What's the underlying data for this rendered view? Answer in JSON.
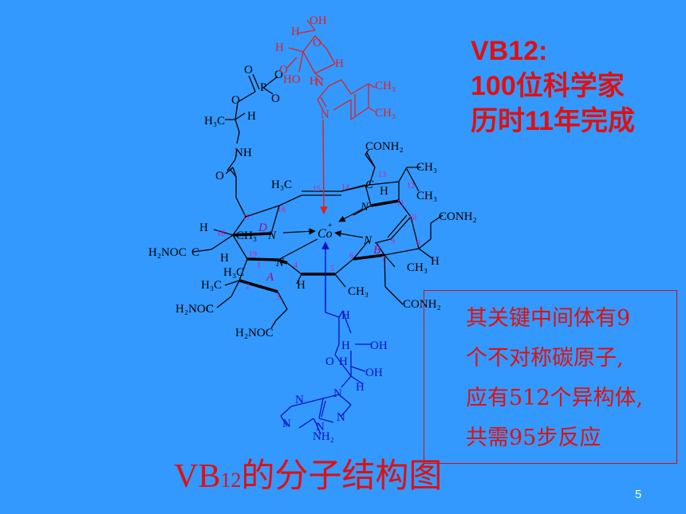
{
  "title": {
    "line1": "VB12:",
    "line2": "100位科学家",
    "line3": "历时11年完成"
  },
  "note": {
    "line1": "其关键中间体有9",
    "line2": "个不对称碳原子,",
    "line3": "应有512个异构体,",
    "line4": "共需95步反应"
  },
  "caption": {
    "prefix": "VB",
    "subscript": "12",
    "suffix": "的分子结构图"
  },
  "page_number": "5",
  "molecule": {
    "center": "Co",
    "black_labels": [
      "CONH₂",
      "CH₃",
      "CH₃",
      "H₃C",
      "H",
      "C",
      "N",
      "N",
      "N",
      "N",
      "H",
      "CONH₂",
      "H₂NOC",
      "H",
      "CH₃",
      "CH₃",
      "H",
      "H₃C",
      "H₃C",
      "A",
      "B",
      "D",
      "H",
      "CH₃",
      "CONH₂",
      "H₂NOC",
      "H₂NOC",
      "NH",
      "O",
      "H₃C",
      "H",
      "O",
      "O",
      "P",
      "O",
      "O",
      "C",
      "C"
    ],
    "red_labels": [
      "H",
      "OH",
      "O",
      "H",
      "HO",
      "H",
      "N",
      "N",
      "CH₃",
      "CH₃",
      "H",
      "O"
    ],
    "blue_labels": [
      "H",
      "H",
      "OH",
      "O",
      "H",
      "OH",
      "H",
      "N",
      "N",
      "N",
      "N",
      "N",
      "NH₂"
    ],
    "ring_numbers": [
      "1",
      "2",
      "3",
      "4",
      "5",
      "6",
      "7",
      "8",
      "9",
      "10",
      "11",
      "12",
      "13",
      "14",
      "15",
      "16",
      "17",
      "18",
      "19"
    ]
  },
  "colors": {
    "background": "#3399ff",
    "accent_red": "#e01010",
    "ligand_blue": "#1010c0",
    "number_magenta": "#d0209a"
  }
}
